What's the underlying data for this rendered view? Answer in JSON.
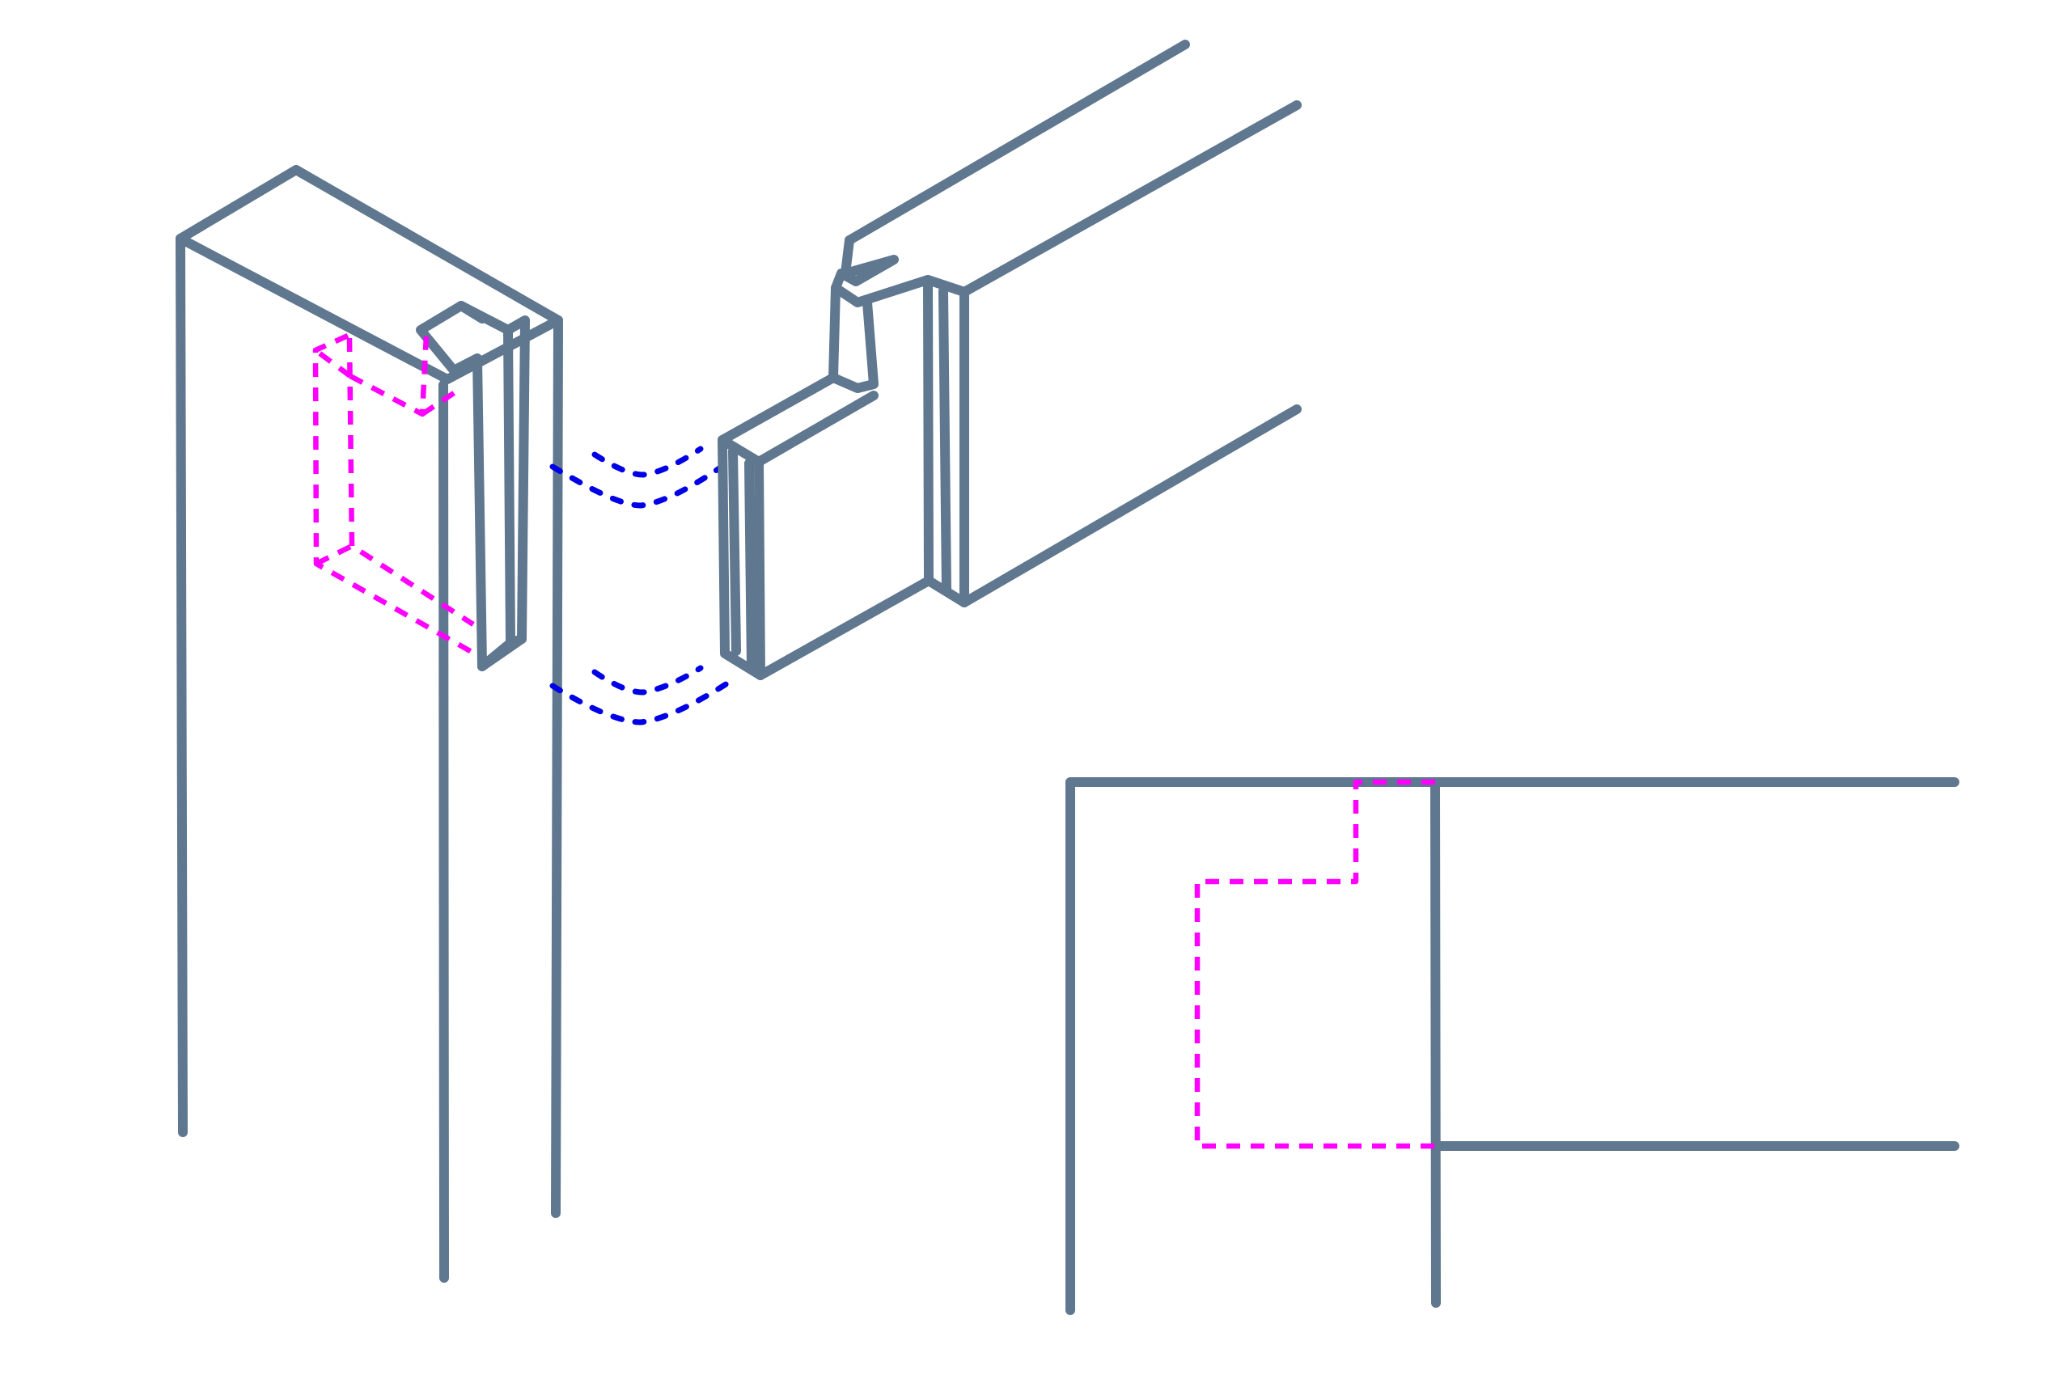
{
  "colors": {
    "outline": "#5f778f",
    "hidden": "#ff00ff",
    "motion": "#0000e6",
    "background": "#ffffff"
  },
  "parts": [
    {
      "name": "post-with-mortise",
      "kind": "3d-view"
    },
    {
      "name": "rail-with-haunched-tenon",
      "kind": "3d-view"
    },
    {
      "name": "joint-elevation",
      "kind": "2d-view"
    }
  ]
}
